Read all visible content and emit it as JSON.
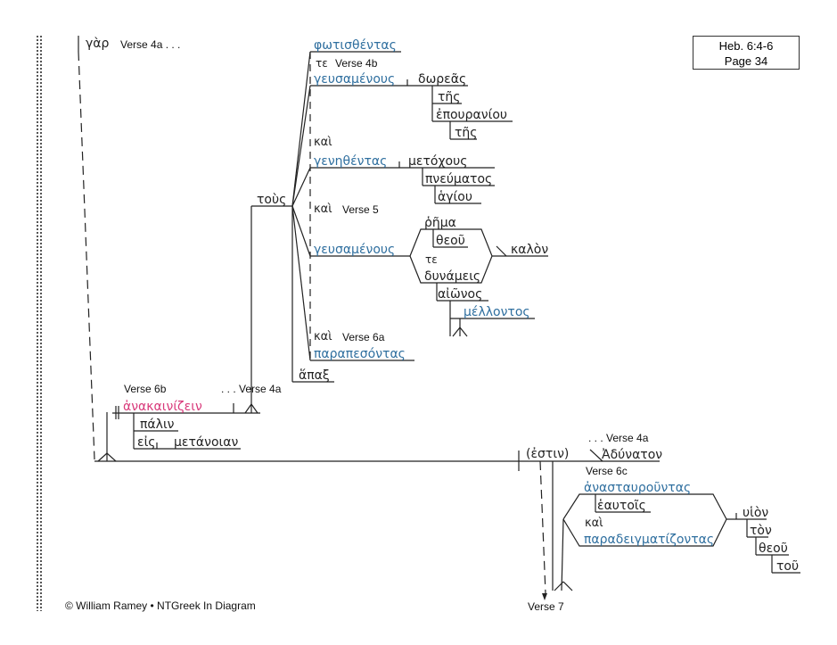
{
  "reference": {
    "passage": "Heb. 6:4-6",
    "page": "Page 34"
  },
  "footer": {
    "copyright": "© William Ramey • NTGreek In Diagram",
    "next": "Verse 7"
  },
  "words": {
    "gar": "γὰρ",
    "v4a_top": "Verse 4a . . .",
    "photisthentas": "φωτισθέντας",
    "te1": "τε",
    "v4b": "Verse 4b",
    "geusamenous1": "γευσαμένους",
    "doreas": "δωρεᾶς",
    "tes1": "τῆς",
    "epouraniou": "ἐπουρανίου",
    "tes2": "τῆς",
    "kai1": "καὶ",
    "genethentas": "γενηθέντας",
    "metochous": "μετόχους",
    "pneumatos": "πνεύματος",
    "hagiou": "ἁγίου",
    "tous": "τοὺς",
    "kai2": "καὶ",
    "v5": "Verse 5",
    "rhema": "ῥῆμα",
    "theou1": "θεοῦ",
    "geusamenous2": "γευσαμένους",
    "kalon": "καλὸν",
    "te2": "τε",
    "dynameis": "δυνάμεις",
    "aionos": "αἰῶνος",
    "mellontos": "μέλλοντος",
    "kai3": "καὶ",
    "v6a": "Verse 6a",
    "parapesontas": "παραπεσόντας",
    "hapax": "ἅπαξ",
    "v6b": "Verse 6b",
    "v4a_mid": ". . . Verse 4a",
    "anakainizein": "ἀνακαινίζειν",
    "palin": "πάλιν",
    "eis": "εἰς",
    "metanoian": "μετάνοιαν",
    "estin": "(ἐστιν)",
    "v4a_right": ". . . Verse 4a",
    "adynaton": "Ἀδύνατον",
    "v6c": "Verse 6c",
    "anastaurountas": "ἀνασταυροῦντας",
    "heautois": "ἑαυτοῖς",
    "kai4": "καὶ",
    "paradeigmatizontas": "παραδειγματίζοντας",
    "huion": "υἱὸν",
    "ton": "τὸν",
    "theou2": "θεοῦ",
    "tou": "τοῦ"
  }
}
